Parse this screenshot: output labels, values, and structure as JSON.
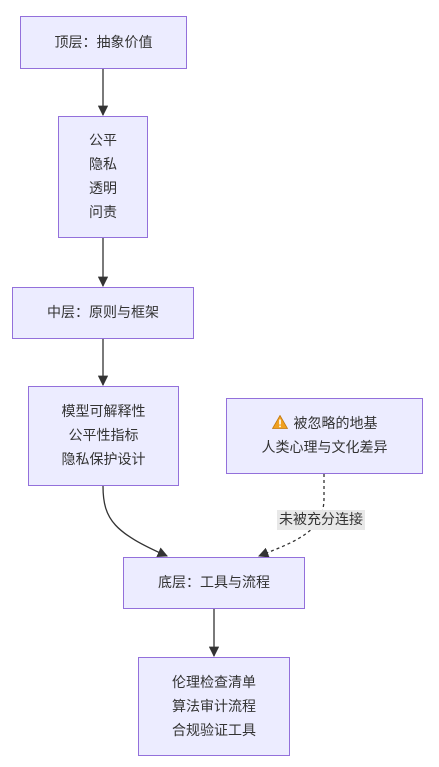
{
  "nodes": {
    "top": {
      "text": "顶层：抽象价值"
    },
    "values": {
      "lines": [
        "公平",
        "隐私",
        "透明",
        "问责"
      ]
    },
    "middle": {
      "text": "中层：原则与框架"
    },
    "frameworks": {
      "lines": [
        "模型可解释性",
        "公平性指标",
        "隐私保护设计"
      ]
    },
    "foundation": {
      "icon": "warning-icon",
      "line1": "被忽略的地基",
      "line2": "人类心理与文化差异"
    },
    "bottom": {
      "text": "底层：工具与流程"
    },
    "tools": {
      "lines": [
        "伦理检查清单",
        "算法审计流程",
        "合规验证工具"
      ]
    }
  },
  "edges": {
    "foundation_to_bottom_label": "未被充分连接"
  },
  "colors": {
    "node_fill": "#ececff",
    "node_border": "#9370db",
    "edge": "#333333",
    "edge_label_bg": "#e8e8e8",
    "warning": "#f0a020"
  }
}
